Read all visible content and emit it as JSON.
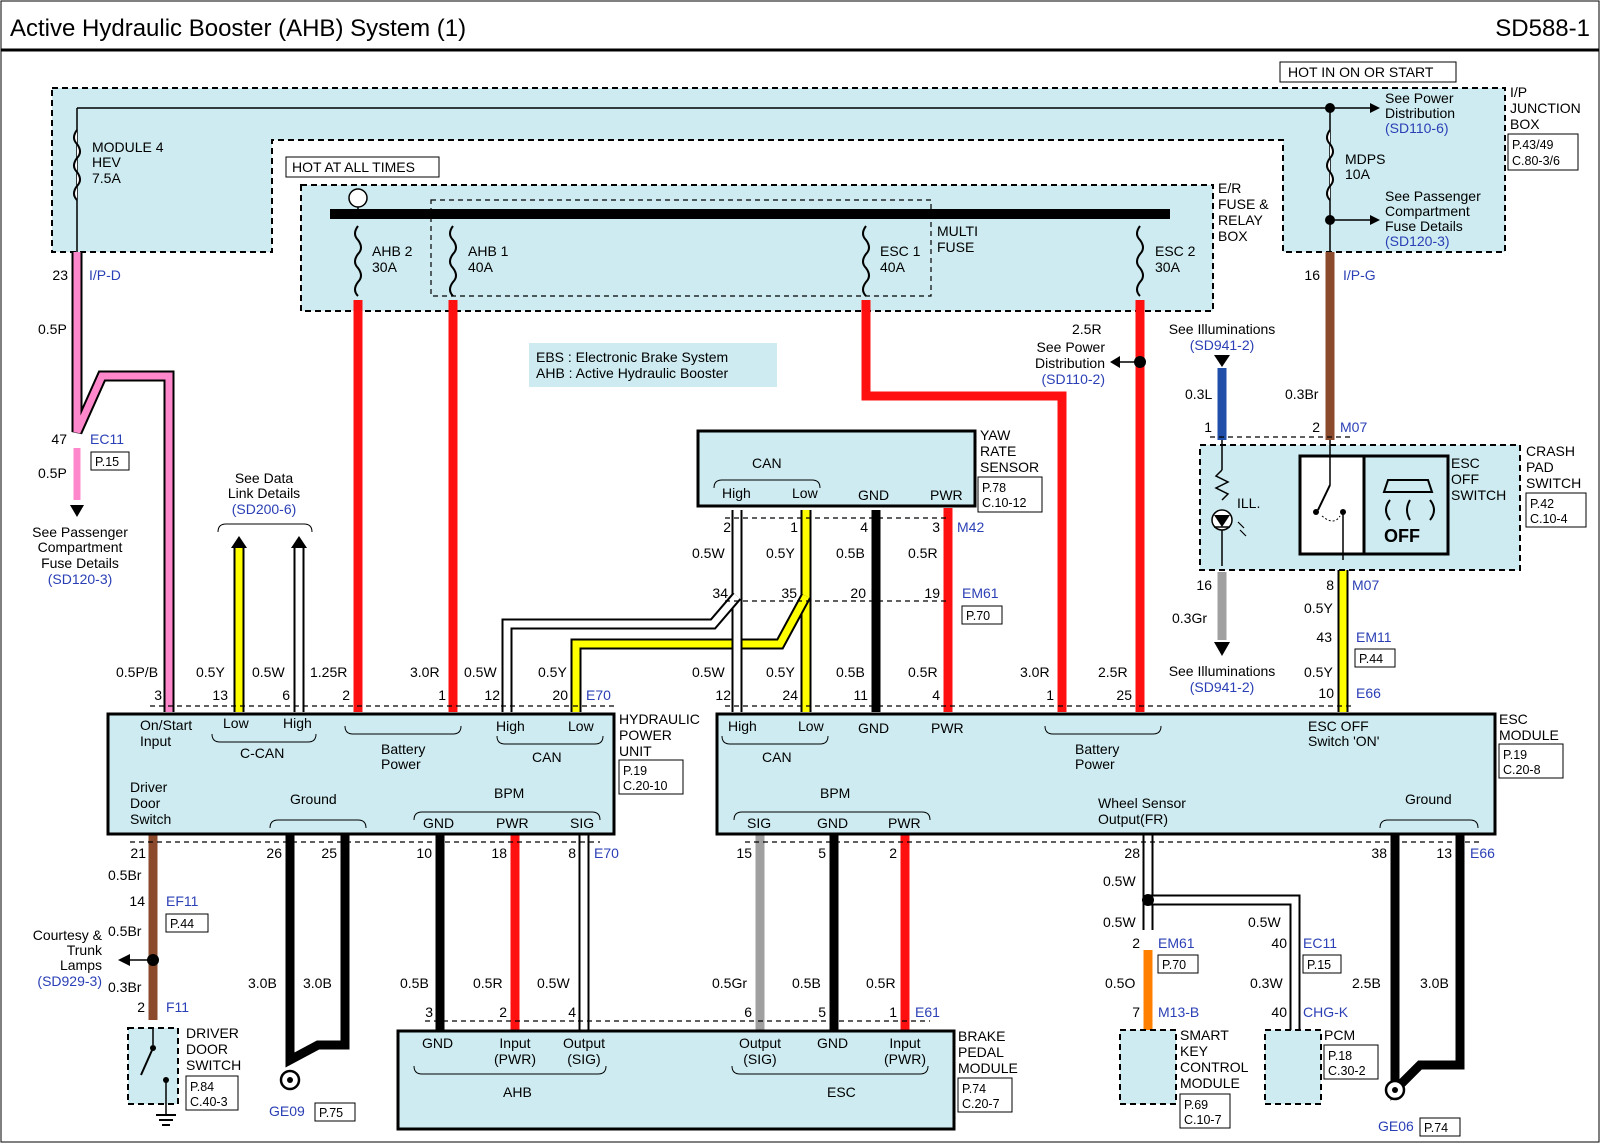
{
  "header": {
    "title": "Active Hydraulic Booster (AHB) System (1)",
    "code": "SD588-1"
  },
  "colors": {
    "red": "#ff1010",
    "yellow": "#ffff00",
    "pink": "#ff88cc",
    "brown": "#8b4a2b",
    "blue": "#1f4fa8",
    "gray": "#a0a0a0",
    "orange": "#ff8000",
    "black": "#000000",
    "white": "#ffffff",
    "panel": "#cdebf0",
    "link": "#2a3fb5"
  },
  "labels": {
    "hot_on_start": "HOT IN ON OR START",
    "hot_all_times": "HOT AT ALL TIMES",
    "ip_junction": [
      "I/P",
      "JUNCTION",
      "BOX"
    ],
    "ip_junction_ref": [
      "P.43/49",
      "C.80-3/6"
    ],
    "see_power_dist": [
      "See Power",
      "Distribution",
      "(SD110-6)"
    ],
    "module4": [
      "MODULE 4",
      "HEV",
      "7.5A"
    ],
    "mdps": [
      "MDPS",
      "10A"
    ],
    "see_pass_fuse": [
      "See Passenger",
      "Compartment",
      "Fuse Details",
      "(SD120-3)"
    ],
    "er_box": [
      "E/R",
      "FUSE &",
      "RELAY",
      "BOX"
    ],
    "multi_fuse": [
      "MULTI",
      "FUSE"
    ],
    "fuse_ahb2": [
      "AHB 2",
      "30A"
    ],
    "fuse_ahb1": [
      "AHB 1",
      "40A"
    ],
    "fuse_esc1": [
      "ESC 1",
      "40A"
    ],
    "fuse_esc2": [
      "ESC 2",
      "30A"
    ],
    "ipd": "I/P-D",
    "ipd_pin": "23",
    "ipg": "I/P-G",
    "ipg_pin": "16",
    "w_05P": "0.5P",
    "ec11": "EC11",
    "ec11_pin": "47",
    "p15": "P.15",
    "w_05P_b": "0.5P",
    "see_pass_fuse2": [
      "See Passenger",
      "Compartment",
      "Fuse Details",
      "(SD120-3)"
    ],
    "see_data_link": [
      "See Data",
      "Link Details",
      "(SD200-6)"
    ],
    "ebs_legend": [
      "EBS : Electronic Brake System",
      "AHB : Active Hydraulic Booster"
    ],
    "w_25R": "2.5R",
    "see_power_dist2": [
      "See Power",
      "Distribution",
      "(SD110-2)"
    ],
    "see_illum": [
      "See Illuminations",
      "(SD941-2)"
    ],
    "w_03L": "0.3L",
    "w_03Br": "0.3Br",
    "pin1": "1",
    "pin2": "2",
    "m07": "M07",
    "crash_pad": [
      "CRASH",
      "PAD",
      "SWITCH"
    ],
    "crash_ref": [
      "P.42",
      "C.10-4"
    ],
    "esc_off_sw": [
      "ESC",
      "OFF",
      "SWITCH"
    ],
    "ill": "ILL.",
    "off": "OFF",
    "pin16": "16",
    "pin8": "8",
    "m07b": "M07",
    "w_03Gr": "0.3Gr",
    "see_illum2": [
      "See Illuminations",
      "(SD941-2)"
    ],
    "w_05Y_a": "0.5Y",
    "em11": "EM11",
    "em11_pin": "43",
    "p44": "P.44",
    "w_05Y_b": "0.5Y",
    "e66": "E66",
    "e66_pin": "10",
    "yaw": [
      "YAW",
      "RATE",
      "SENSOR"
    ],
    "yaw_ref": [
      "P.78",
      "C.10-12"
    ],
    "yaw_can": "CAN",
    "yaw_high": "High",
    "yaw_low": "Low",
    "yaw_gnd": "GND",
    "yaw_pwr": "PWR",
    "m42": "M42",
    "em61": "EM61",
    "p70": "P.70",
    "yaw_pins": [
      "2",
      "1",
      "4",
      "3"
    ],
    "yaw_wires": [
      "0.5W",
      "0.5Y",
      "0.5B",
      "0.5R"
    ],
    "em61_pins": [
      "34",
      "35",
      "20",
      "19"
    ],
    "hpu_top_wires": [
      "0.5P/B",
      "0.5Y",
      "0.5W",
      "1.25R",
      "3.0R",
      "0.5W",
      "0.5Y"
    ],
    "hpu_top_pins": [
      "3",
      "13",
      "6",
      "2",
      "1",
      "12",
      "20"
    ],
    "e70": "E70",
    "esc_top_wires": [
      "0.5W",
      "0.5Y",
      "0.5B",
      "0.5R",
      "3.0R",
      "2.5R"
    ],
    "esc_top_pins": [
      "12",
      "24",
      "11",
      "4",
      "1",
      "25"
    ],
    "hpu": {
      "name": [
        "HYDRAULIC",
        "POWER",
        "UNIT"
      ],
      "ref": [
        "P.19",
        "C.20-10"
      ],
      "on_start": [
        "On/Start",
        "Input"
      ],
      "low": "Low",
      "high": "High",
      "ccan": "C-CAN",
      "battery": [
        "Battery",
        "Power"
      ],
      "high2": "High",
      "low2": "Low",
      "can": "CAN",
      "driver_door": [
        "Driver",
        "Door",
        "Switch"
      ],
      "ground": "Ground",
      "bpm": "BPM",
      "gnd": "GND",
      "pwr": "PWR",
      "sig": "SIG"
    },
    "esc": {
      "name": [
        "ESC",
        "MODULE"
      ],
      "ref": [
        "P.19",
        "C.20-8"
      ],
      "high": "High",
      "low": "Low",
      "can": "CAN",
      "gnd": "GND",
      "pwr": "PWR",
      "battery": [
        "Battery",
        "Power"
      ],
      "esc_off": [
        "ESC OFF",
        "Switch 'ON'"
      ],
      "bpm": "BPM",
      "sig": "SIG",
      "gnd2": "GND",
      "pwr2": "PWR",
      "wheel": [
        "Wheel Sensor",
        "Output(FR)"
      ],
      "ground": "Ground"
    },
    "hpu_bot_pins": [
      "21",
      "26",
      "25",
      "10",
      "18",
      "8"
    ],
    "e70b": "E70",
    "esc_bot_pins": [
      "15",
      "5",
      "2",
      "28",
      "38",
      "13"
    ],
    "e66b": "E66",
    "w_05Br": "0.5Br",
    "ef11": "EF11",
    "ef11_pin": "14",
    "p44b": "P.44",
    "w_05Br_b": "0.5Br",
    "courtesy": [
      "Courtesy &",
      "Trunk",
      "Lamps",
      "(SD929-3)"
    ],
    "w_03Br_b": "0.3Br",
    "f11": "F11",
    "f11_pin": "2",
    "driver_door_sw": [
      "DRIVER",
      "DOOR",
      "SWITCH"
    ],
    "dd_ref": [
      "P.84",
      "C.40-3"
    ],
    "ge09": "GE09",
    "p75": "P.75",
    "w_30B_a": "3.0B",
    "w_30B_b": "3.0B",
    "bpm_wires": [
      "0.5B",
      "0.5R",
      "0.5W",
      "0.5Gr",
      "0.5B",
      "0.5R"
    ],
    "bpm_pins": [
      "3",
      "2",
      "4",
      "6",
      "5",
      "1"
    ],
    "e61": "E61",
    "bpm": {
      "name": [
        "BRAKE",
        "PEDAL",
        "MODULE"
      ],
      "ref": [
        "P.74",
        "C.20-7"
      ],
      "gnd": "GND",
      "input_pwr": [
        "Input",
        "(PWR)"
      ],
      "output_sig": [
        "Output",
        "(SIG)"
      ],
      "output_sig2": [
        "Output",
        "(SIG)"
      ],
      "gnd2": "GND",
      "input_pwr2": [
        "Input",
        "(PWR)"
      ],
      "ahb": "AHB",
      "esc": "ESC"
    },
    "w_05W_ws": "0.5W",
    "w_05W_ws2": "0.5W",
    "w_05W_ws3": "0.5W",
    "em61b": "EM61",
    "em61b_pin": "2",
    "p70b": "P.70",
    "w_05O": "0.5O",
    "m13b": "M13-B",
    "m13b_pin": "7",
    "ec11b": "EC11",
    "ec11b_pin": "40",
    "p15b": "P.15",
    "w_03W": "0.3W",
    "chgk": "CHG-K",
    "chgk_pin": "40",
    "smartkey": [
      "SMART",
      "KEY",
      "CONTROL",
      "MODULE"
    ],
    "sk_ref": [
      "P.69",
      "C.10-7"
    ],
    "pcm": "PCM",
    "pcm_ref": [
      "P.18",
      "C.30-2"
    ],
    "w_25B": "2.5B",
    "w_30B_c": "3.0B",
    "ge06": "GE06",
    "p74": "P.74"
  }
}
